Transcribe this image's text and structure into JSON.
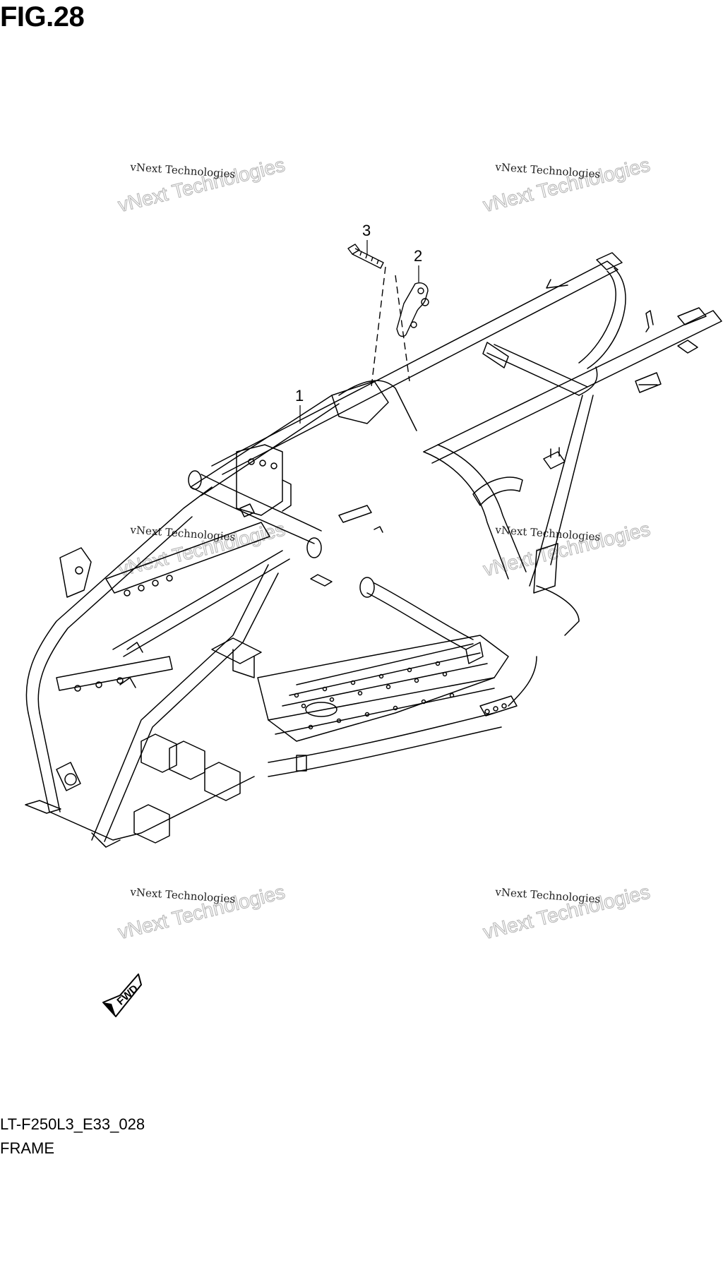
{
  "figure": {
    "title": "FIG.28",
    "code": "LT-F250L3_E33_028",
    "name": "FRAME"
  },
  "callouts": [
    {
      "number": "1",
      "part": "frame"
    },
    {
      "number": "2",
      "part": "bracket"
    },
    {
      "number": "3",
      "part": "bolt"
    }
  ],
  "watermark": {
    "line": "vNext Technologies",
    "big": "vNext Technologies"
  },
  "direction_badge": "FWD"
}
